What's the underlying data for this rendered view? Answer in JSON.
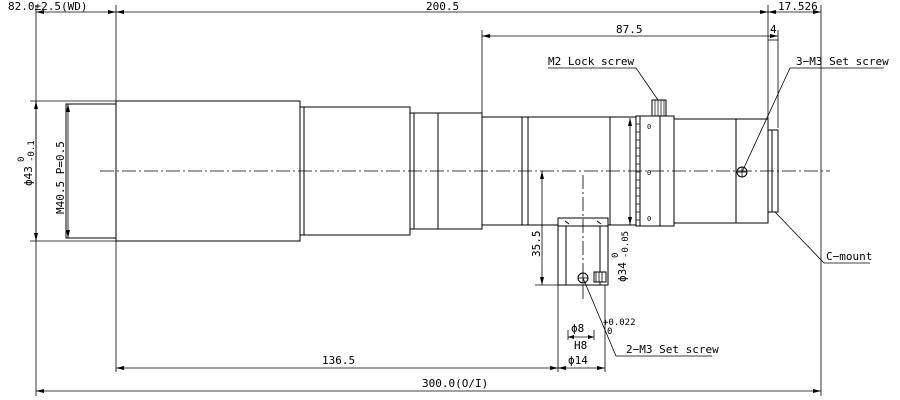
{
  "dimensions": {
    "wd": "82.0±2.5(WD)",
    "total_length": "200.5",
    "flange": "17.526",
    "rear_length": "87.5",
    "rear_gap": "4",
    "height_35": "35.5",
    "mount_dia": "ϕ34",
    "mount_tol": "0",
    "mount_tol_low": "-0.05",
    "front_offset": "136.5",
    "oi": "300.0(O/I)",
    "front_dia": "ϕ43",
    "front_tol_hi": "0",
    "front_tol_lo": "-0.1",
    "thread": "M40.5 P=0.5",
    "pin_dia": "ϕ8",
    "pin_fit": "H8",
    "pin_tol_hi": "+0.022",
    "pin_tol_lo": "0",
    "boss_dia": "ϕ14"
  },
  "labels": {
    "m2_lock": "M2 Lock screw",
    "m3_set_3": "3−M3 Set screw",
    "c_mount": "C−mount",
    "m3_set_2": "2−M3 Set screw"
  },
  "scale_marks": {
    "top": "0",
    "mid": "0",
    "bottom": "0"
  }
}
